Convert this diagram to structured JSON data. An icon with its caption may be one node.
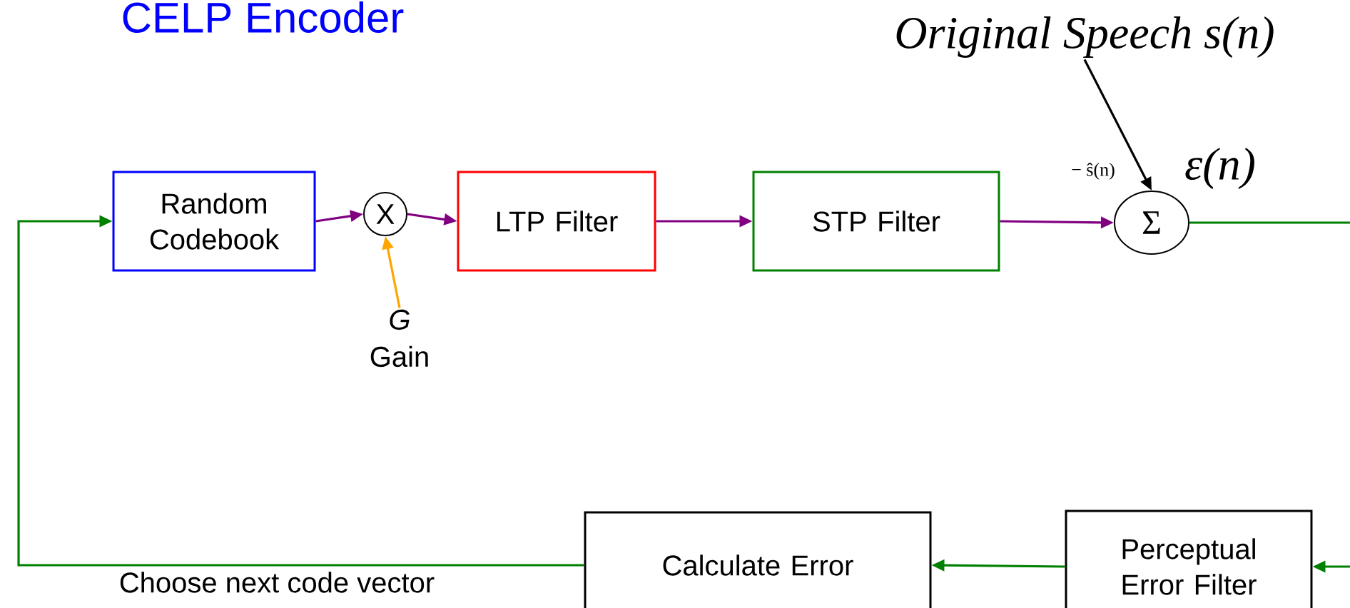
{
  "diagram": {
    "title": "CELP Encoder",
    "nodes": [
      {
        "text": [
          "Random Codebook"
        ]
      },
      {
        "text": [
          "X"
        ]
      },
      {
        "text": [
          "LTP Filter"
        ]
      },
      {
        "text": [
          "STP Filter"
        ]
      },
      {
        "text": [
          "Σ"
        ],
        "beside": [
          "− ŝ(n)",
          "ε(n)"
        ]
      },
      {
        "text": [
          "Original Speech s(n)"
        ]
      },
      {
        "text": [
          "G",
          "Gain"
        ]
      },
      {
        "text": [
          "Calculate Error"
        ]
      },
      {
        "text": [
          "Perceptual Error Filter"
        ]
      }
    ],
    "edges": [
      {
        "from": 0,
        "to": 1,
        "arrow": "to",
        "color": "#800080"
      },
      {
        "from": 1,
        "to": 2,
        "arrow": "to",
        "color": "#800080"
      },
      {
        "from": 2,
        "to": 3,
        "arrow": "to",
        "color": "#800080"
      },
      {
        "from": 3,
        "to": 4,
        "arrow": "to",
        "color": "#800080"
      },
      {
        "from": 5,
        "to": 4,
        "arrow": "to",
        "color": "#000000"
      },
      {
        "from": 6,
        "to": 1,
        "arrow": "to",
        "color": "#ffa500"
      },
      {
        "from": 4,
        "to": 8,
        "arrow": "to",
        "color": "#008000"
      },
      {
        "from": 8,
        "to": 7,
        "arrow": "to",
        "color": "#008000"
      },
      {
        "from": 7,
        "to": 0,
        "arrow": "to",
        "label": "Choose next code vector",
        "color": "#008000"
      }
    ]
  }
}
